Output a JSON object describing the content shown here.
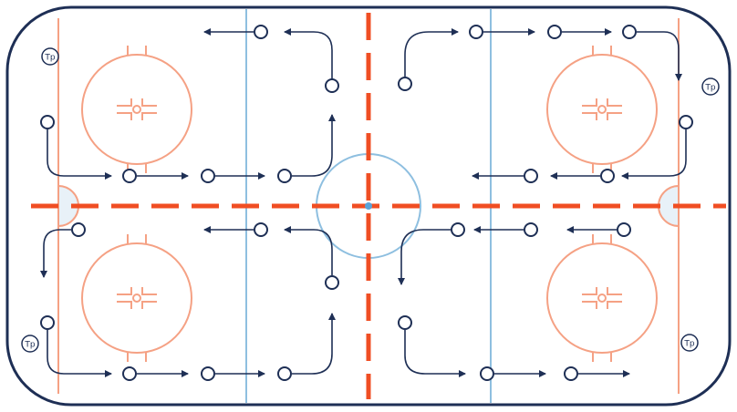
{
  "colors": {
    "boards": "#1e2f55",
    "red": "#f04e23",
    "blue_line": "#8ebfe0",
    "circle": "#f5a184",
    "crease_fill": "#e8f1f8",
    "crease_stroke": "#f5a184",
    "center_dot": "#5aa3d8",
    "arrow": "#1e2f55"
  },
  "labels": {
    "tp_top_left": "Tp",
    "tp_top_right": "Tp",
    "tp_bottom_left": "Tp",
    "tp_bottom_right": "Tp"
  },
  "drill": {
    "player_marker": "open-circle",
    "movement": "skating-arrow"
  }
}
